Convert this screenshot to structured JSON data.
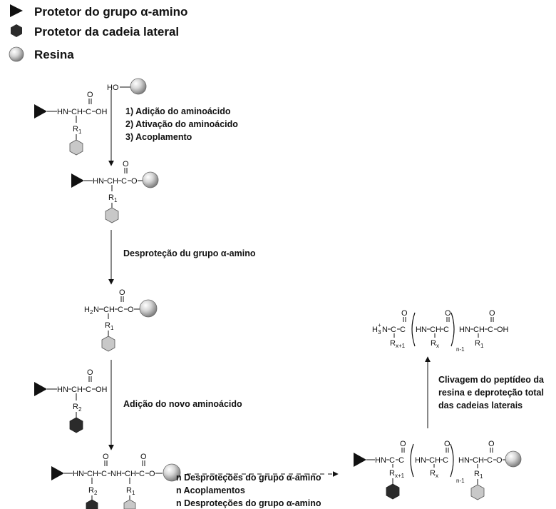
{
  "legend": {
    "alpha_protector": "Protetor do grupo α-amino",
    "side_chain_protector": "Protetor da cadeia lateral",
    "resin": "Resina"
  },
  "steps": {
    "s1": "1) Adição do aminoácido",
    "s2": "2) Ativação do aminoácido",
    "s3": "3) Acoplamento",
    "deprotection": "Desproteção du grupo α-amino",
    "new_aa": "Adição do novo aminoácido",
    "rep1": "n Desproteções do grupo α-amino",
    "rep2": "n Acoplamentos",
    "rep3": "n Desproteções do grupo α-amino",
    "cleave1": "Clivagem do peptídeo da",
    "cleave2": "resina e deproteção total",
    "cleave3": "das cadeias laterais"
  },
  "chem": {
    "ho": "HO",
    "hn": "HN",
    "ch": "CH",
    "c": "C",
    "oh": "OH",
    "o": "O",
    "nh": "NH",
    "h2n": "H",
    "n": "N",
    "r1": "R",
    "r2": "R",
    "rx": "R",
    "rx1": "R",
    "sub1": "1",
    "sub2": "2",
    "subx": "x",
    "subx1": "x+1",
    "subn1": "n-1",
    "h3plus": "+"
  },
  "colors": {
    "ink": "#111111",
    "hex_dark": "#2b2b2b",
    "hex_light": "#c8c8c8",
    "sphere_light": "#f2f2f2",
    "sphere_dark": "#8a8a8a"
  }
}
